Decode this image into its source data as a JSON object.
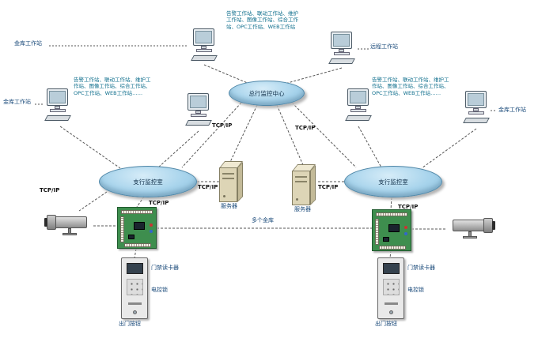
{
  "clouds": {
    "center": "总行监控中心",
    "branch_left": "支行监控室",
    "branch_right": "支行监控室"
  },
  "workstation_lists": {
    "top": "告警工作站、联动工作站、维护工作站、图像工作站、综合工作站、OPC工作站、WEB工作站",
    "left": "告警工作站、联动工作站、维护工作站、图像工作站、综合工作站、OPC工作站、WEB工作站……",
    "right": "告警工作站、联动工作站、维护工作站、图像工作站、综合工作站、OPC工作站、WEB工作站……"
  },
  "labels": {
    "tcpip": "TCP/IP",
    "vault_workstation": "金库工作站",
    "remote_workstation": "远程工作站",
    "server": "服务器",
    "multiple_vaults": "多个金库",
    "card_reader": "门禁读卡器",
    "electric_lock": "电控锁",
    "exit_button": "出门按钮"
  },
  "icons": {
    "workstation-computer": "css-monitor-with-keyboard",
    "server-tower": "css-3d-tan-box",
    "network-ring": "blue-ellipse",
    "controller-board": "css-green-pcb",
    "cctv-camera": "css-bullet-camera",
    "door-terminal": "css-keypad-panel"
  },
  "colors": {
    "cloud_fill": "#a8d4ec",
    "cloud_border": "#4f87a8",
    "board_green": "#3e8e4e",
    "server_tan": "#ddd5b6",
    "label_text": "#1a4a7a",
    "list_text": "#0e6e8c"
  }
}
